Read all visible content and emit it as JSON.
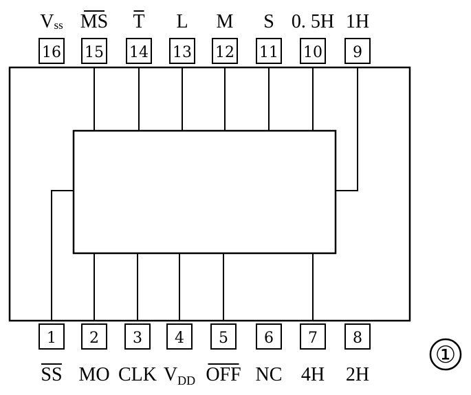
{
  "top_pins": [
    {
      "num": "16",
      "label": "Vss",
      "overline": false
    },
    {
      "num": "15",
      "label": "MS",
      "overline": true
    },
    {
      "num": "14",
      "label": "T",
      "overline": true
    },
    {
      "num": "13",
      "label": "L",
      "overline": false
    },
    {
      "num": "12",
      "label": "M",
      "overline": false
    },
    {
      "num": "11",
      "label": "S",
      "overline": false
    },
    {
      "num": "10",
      "label": "0. 5H",
      "overline": false
    },
    {
      "num": "9",
      "label": "1H",
      "overline": false
    }
  ],
  "bottom_pins": [
    {
      "num": "1",
      "label": "SS",
      "overline": true
    },
    {
      "num": "2",
      "label": "MO",
      "overline": false
    },
    {
      "num": "3",
      "label": "CLK",
      "overline": false
    },
    {
      "num": "4",
      "label": "VDD",
      "overline": false
    },
    {
      "num": "5",
      "label": "OFF",
      "overline": true
    },
    {
      "num": "6",
      "label": "NC",
      "overline": false
    },
    {
      "num": "7",
      "label": "4H",
      "overline": false
    },
    {
      "num": "8",
      "label": "2H",
      "overline": false
    }
  ],
  "badge": "①"
}
